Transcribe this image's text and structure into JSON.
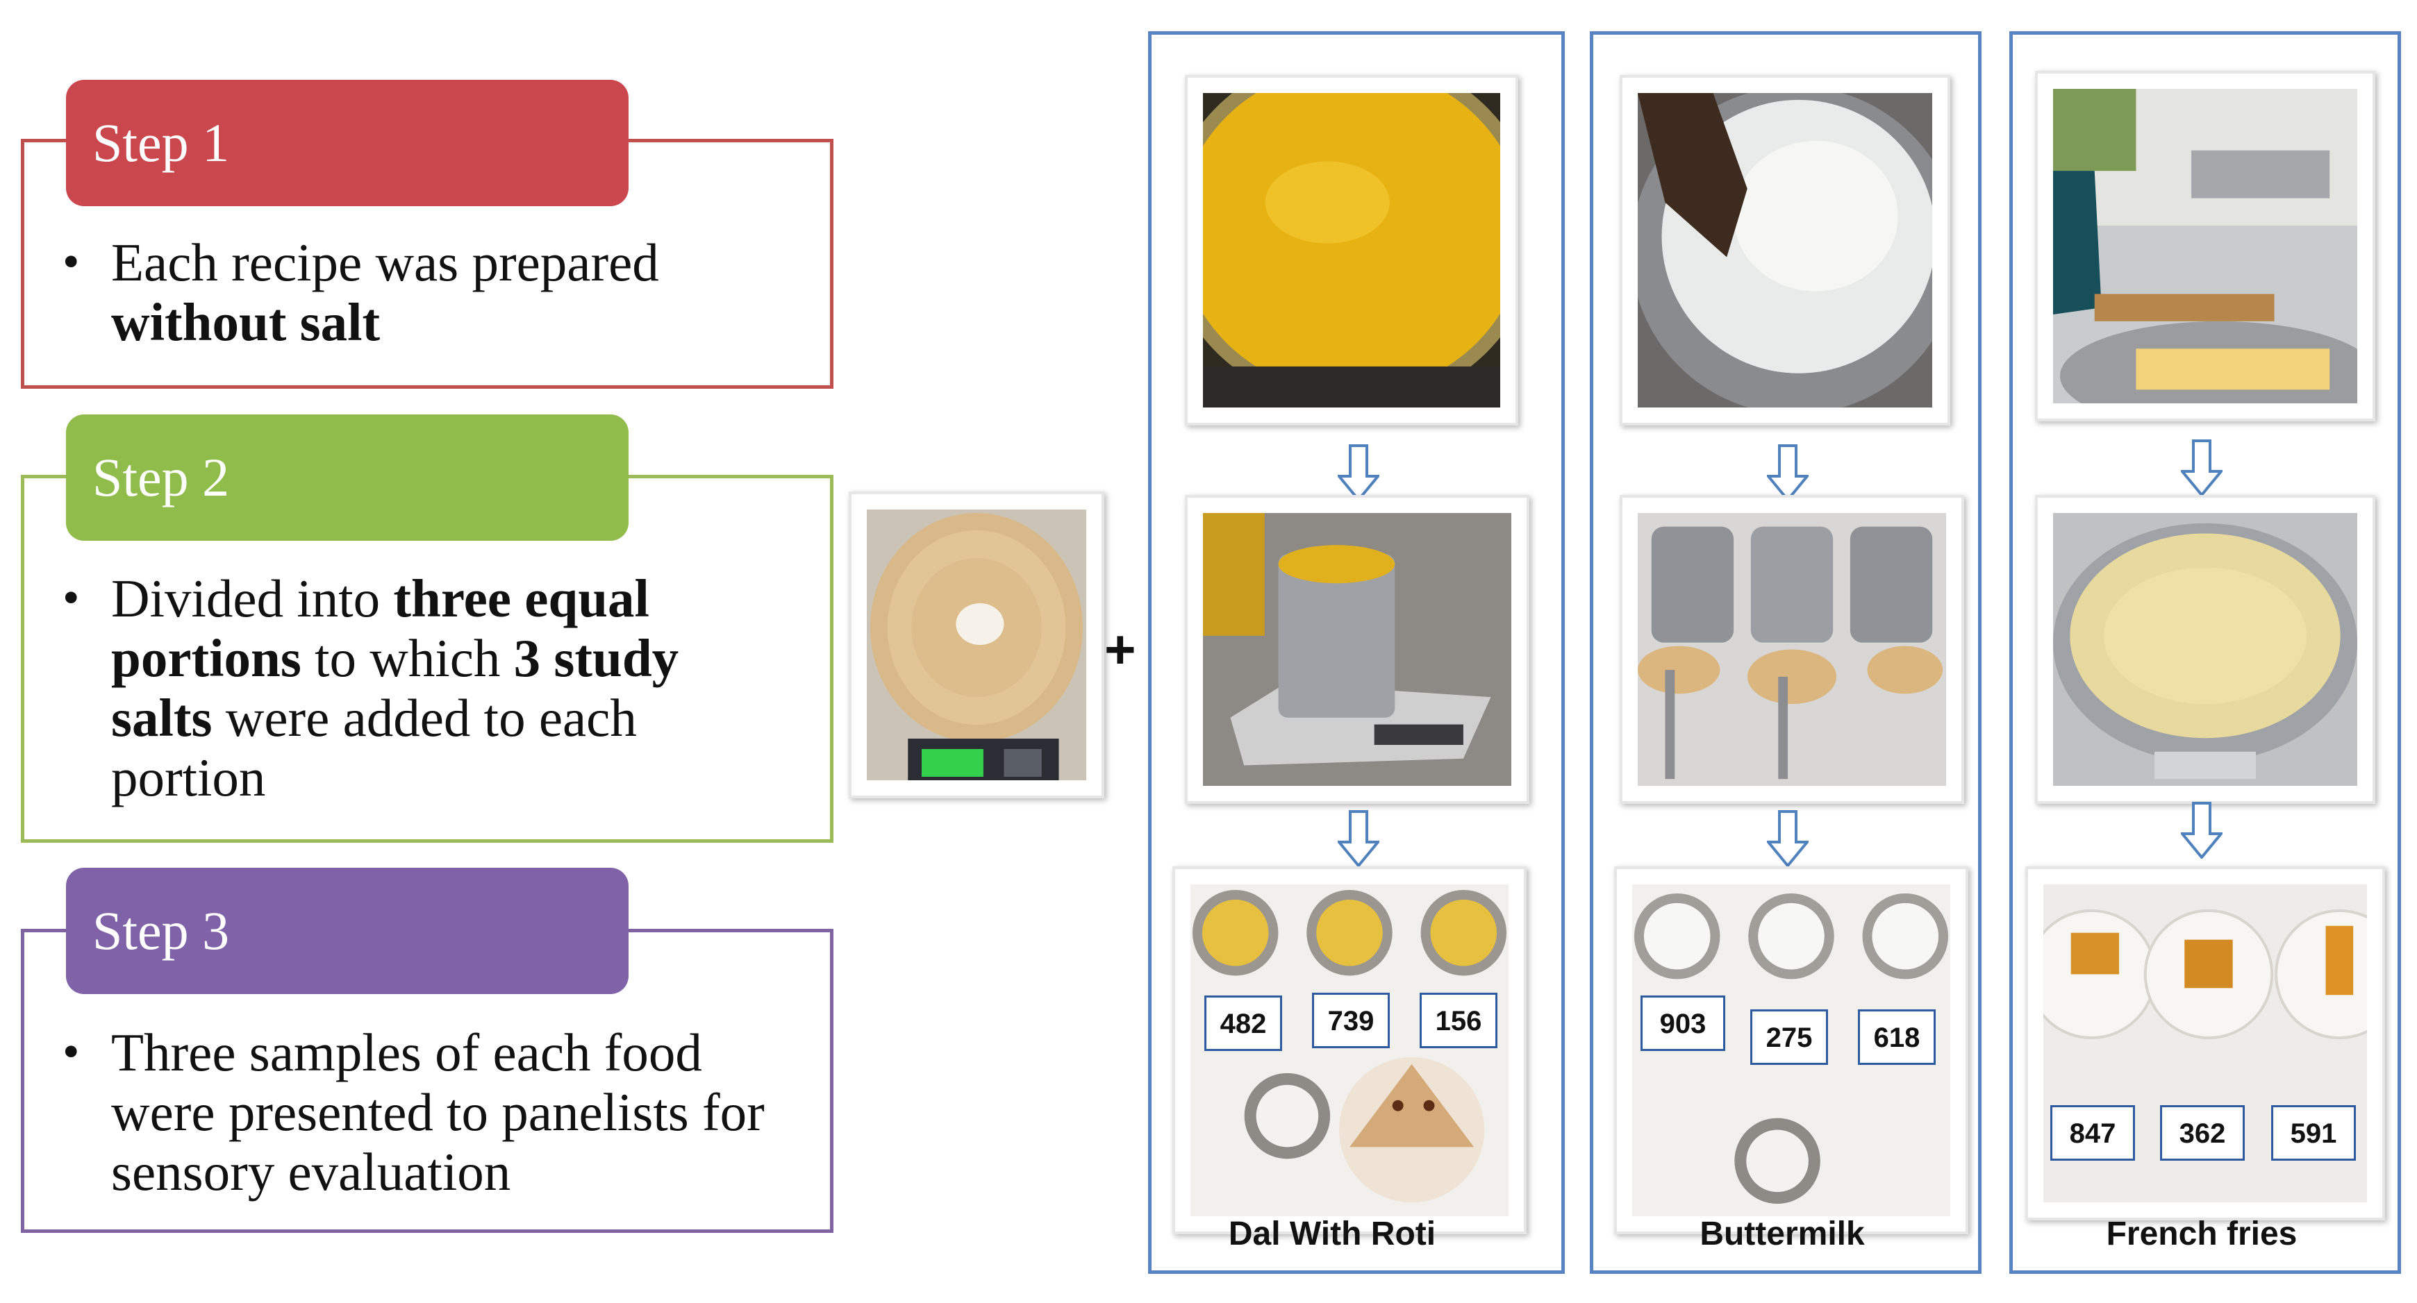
{
  "steps": [
    {
      "label": "Step 1",
      "text_parts": [
        "Each recipe was prepared ",
        "without salt"
      ],
      "color": "#c0504d",
      "head_color": "#c9474d"
    },
    {
      "label": "Step 2",
      "text_parts": [
        "Divided into ",
        "three equal portions",
        " to which ",
        "3 study salts",
        " were added to each portion"
      ],
      "color": "#9bbb59",
      "head_color": "#8fbc4a"
    },
    {
      "label": "Step 3",
      "text_parts": [
        "Three samples of each food were presented to panelists for sensory evaluation"
      ],
      "color": "#8064a2",
      "head_color": "#8062a8"
    }
  ],
  "plus_symbol": "+",
  "columns": [
    {
      "title": "Dal With Roti",
      "codes": [
        "482",
        "739",
        "156"
      ]
    },
    {
      "title": "Buttermilk",
      "codes": [
        "903",
        "275",
        "618"
      ]
    },
    {
      "title": "French fries",
      "codes": [
        "847",
        "362",
        "591"
      ]
    }
  ],
  "colors": {
    "column_border": "#5a83c2",
    "arrow": "#4f81bd",
    "code_border": "#2e5aa0"
  }
}
